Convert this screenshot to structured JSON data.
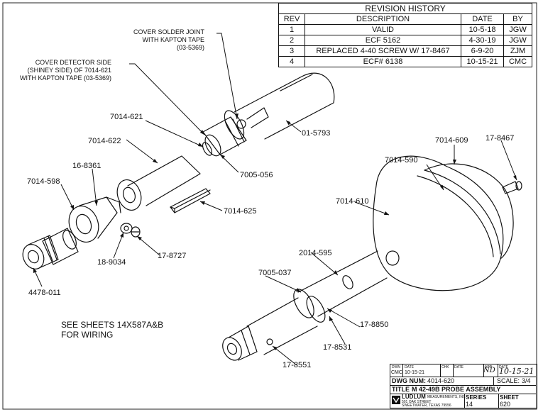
{
  "revision_history": {
    "title": "REVISION HISTORY",
    "headers": [
      "REV",
      "DESCRIPTION",
      "DATE",
      "BY"
    ],
    "rows": [
      [
        "1",
        "VALID",
        "10-5-18",
        "JGW"
      ],
      [
        "2",
        "ECF 5162",
        "4-30-19",
        "JGW"
      ],
      [
        "3",
        "REPLACED 4-40 SCREW W/ 17-8467",
        "6-9-20",
        "ZJM"
      ],
      [
        "4",
        "ECF# 6138",
        "10-15-21",
        "CMC"
      ]
    ]
  },
  "notes": {
    "cover_solder_joint": "COVER SOLDER JOINT\nWITH KAPTON TAPE\n(03-5369)",
    "cover_detector_side": "COVER DETECTOR SIDE\n(SHINEY SIDE) OF 7014-621\nWITH KAPTON TAPE (03-5369)",
    "wiring_line1": "SEE SHEETS 14X587A&B",
    "wiring_line2": "FOR WIRING"
  },
  "part_labels": {
    "p7014_621": "7014-621",
    "p7014_622": "7014-622",
    "p01_5793": "01-5793",
    "p16_8361": "16-8361",
    "p7014_598": "7014-598",
    "p7005_056": "7005-056",
    "p7014_625": "7014-625",
    "p18_9034": "18-9034",
    "p17_8727": "17-8727",
    "p4478_011": "4478-011",
    "p7014_609": "7014-609",
    "p17_8467": "17-8467",
    "p7014_590": "7014-590",
    "p7014_610": "7014-610",
    "p2014_595": "2014-595",
    "p7005_037": "7005-037",
    "p17_8850": "17-8850",
    "p17_8531": "17-8531",
    "p17_8551": "17-8551"
  },
  "title_block": {
    "dwn_caption": "DWN",
    "dwn_value": "CMC",
    "date_caption": "DATE",
    "date_value": "10-15-21",
    "chk_caption": "CHK",
    "chk_date_caption": "DATE",
    "app_caption": "APP",
    "app_value": "ND",
    "app_date_caption": "DATE",
    "app_date_value": "10-15-21",
    "dwg_num_label": "DWG NUM:",
    "dwg_num": "4014-620",
    "scale_label": "SCALE:",
    "scale": "3/4",
    "title_label": "TITLE",
    "title": "M 42-49B PROBE ASSEMBLY",
    "company": "LUDLUM",
    "company_suffix": "MEASUREMENTS, INC.",
    "address1": "501 OAK STREET",
    "address2": "SWEETWATER, TEXAS 79556",
    "series_label": "SERIES",
    "series": "14",
    "sheet_label": "SHEET",
    "sheet": "620"
  }
}
